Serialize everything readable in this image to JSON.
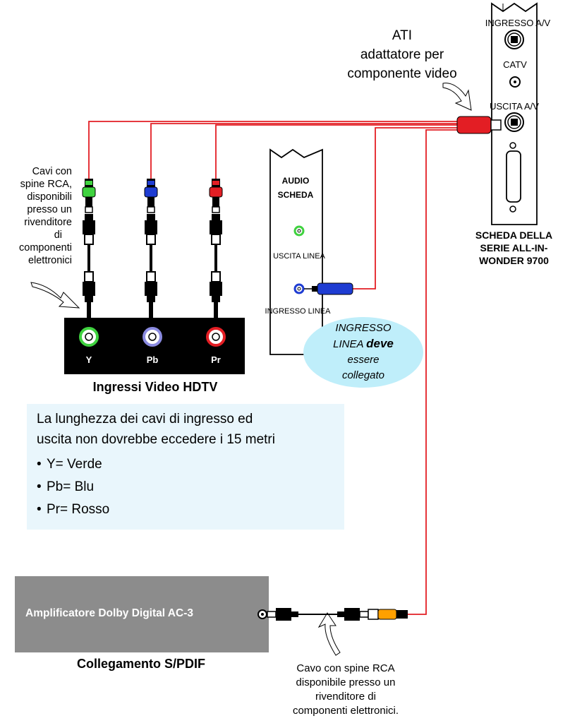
{
  "colors": {
    "cable_red": "#e31e24",
    "green": "#3fd23f",
    "blue": "#1e3cd2",
    "red": "#e31e24",
    "orange": "#ffa000",
    "info_bg": "#e9f6fc",
    "bubble_bg": "#bfeefa",
    "amp_gray": "#8c8c8c"
  },
  "card": {
    "title_lines": [
      "SCHEDA DELLA",
      "SERIE ALL-IN-",
      "WONDER 9700"
    ],
    "port_av_in": "INGRESSO A/V",
    "port_catv": "CATV",
    "port_av_out": "USCITA A/V"
  },
  "adapter": {
    "label_lines": [
      "ATI",
      "adattatore per",
      "componente video"
    ]
  },
  "audio_card": {
    "title_lines": [
      "AUDIO",
      "SCHEDA"
    ],
    "line_out": "USCITA LINEA",
    "line_in": "INGRESSO LINEA"
  },
  "bubble": {
    "line1": "INGRESSO",
    "line2a": "LINEA ",
    "line2b": "deve",
    "line3": "essere",
    "line4": "collegato"
  },
  "rca_note": {
    "lines": [
      "Cavi con",
      "spine RCA,",
      "disponibili",
      "presso un",
      "rivenditore",
      "di",
      "componenti",
      "elettronici"
    ]
  },
  "hdtv": {
    "inputs": [
      {
        "label": "Y",
        "color": "green"
      },
      {
        "label": "Pb",
        "color": "blue"
      },
      {
        "label": "Pr",
        "color": "red"
      }
    ],
    "caption": "Ingressi Video HDTV"
  },
  "info": {
    "line1": "La lunghezza dei cavi di ingresso ed",
    "line2": "uscita non dovrebbe eccedere i 15 metri",
    "bullets": [
      "Y= Verde",
      "Pb= Blu",
      "Pr= Rosso"
    ]
  },
  "amp": {
    "label": "Amplificatore Dolby Digital AC-3",
    "caption": "Collegamento S/PDIF"
  },
  "spdif_note": {
    "lines": [
      "Cavo con spine RCA",
      "disponibile presso un",
      "rivenditore di",
      "componenti elettronici."
    ]
  }
}
